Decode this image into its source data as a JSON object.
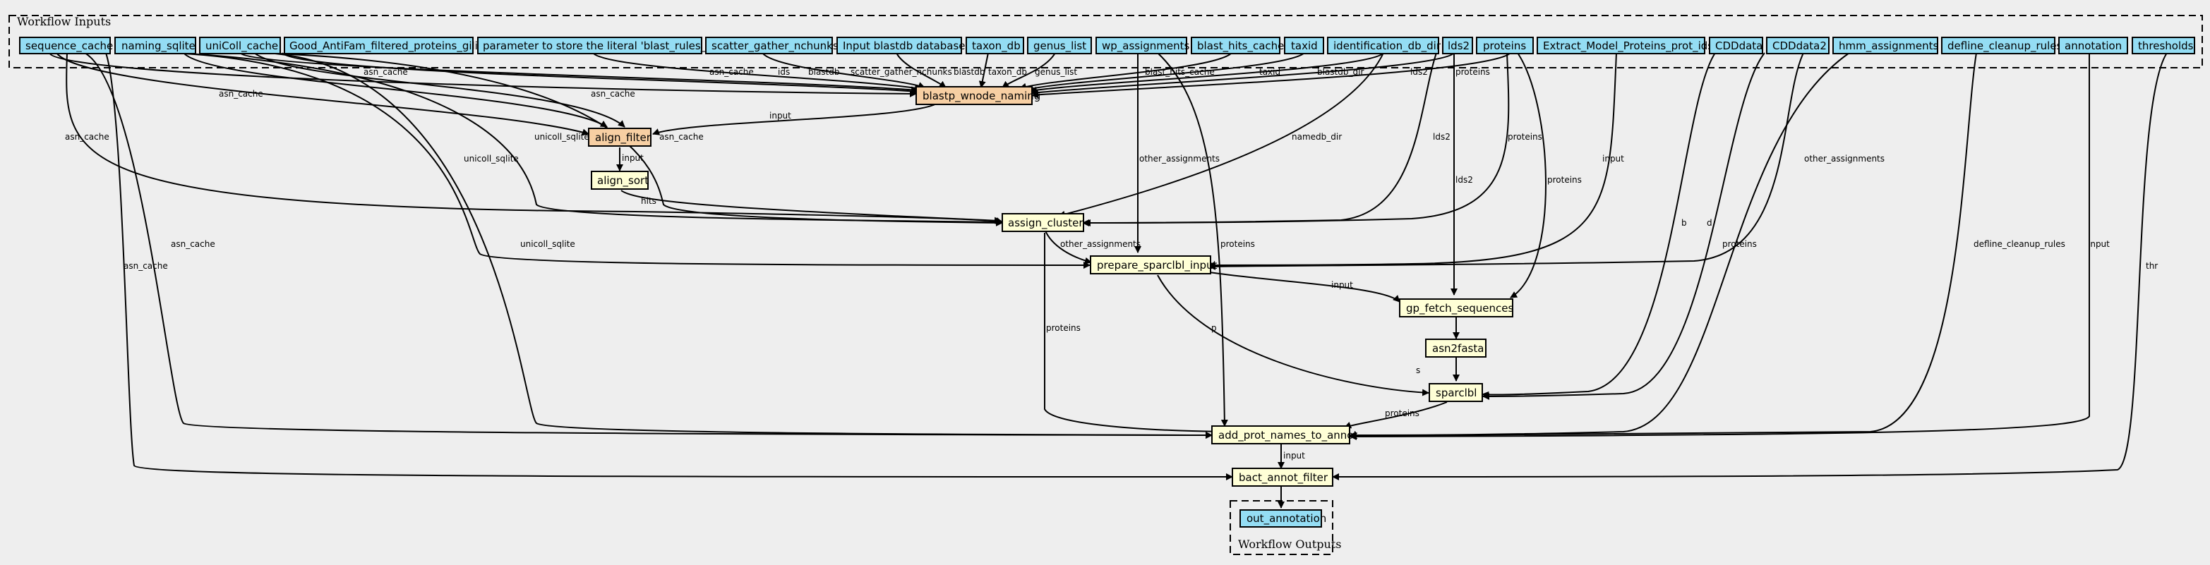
{
  "clusters": {
    "inputs": "Workflow Inputs",
    "outputs": "Workflow Outputs"
  },
  "inputs": [
    "sequence_cache",
    "naming_sqlite",
    "uniColl_cache",
    "Good_AntiFam_filtered_proteins_gilist",
    "parameter to store the literal 'blast_rules_db'",
    "scatter_gather_nchunks",
    "Input blastdb databases",
    "taxon_db",
    "genus_list",
    "wp_assignments",
    "blast_hits_cache",
    "taxid",
    "identification_db_dir",
    "lds2",
    "proteins",
    "Extract_Model_Proteins_prot_ids",
    "CDDdata",
    "CDDdata2",
    "hmm_assignments",
    "defline_cleanup_rules",
    "annotation",
    "thresholds"
  ],
  "steps": {
    "blastp": "blastp_wnode_naming",
    "align_filter": "align_filter",
    "align_sort": "align_sort",
    "assign_cluster": "assign_cluster",
    "prepare": "prepare_sparclbl_input",
    "gp_fetch": "gp_fetch_sequences",
    "asn2fasta": "asn2fasta",
    "sparclbl": "sparclbl",
    "add_prot": "add_prot_names_to_annot",
    "bact_filter": "bact_annot_filter"
  },
  "outputs": [
    "out_annotation"
  ],
  "edge_labels": {
    "asn_cache": "asn_cache",
    "ids": "ids",
    "blastdb": "blastdb",
    "scatter_gather_nchunks": "scatter_gather_nchunks",
    "taxon_db": "taxon_db",
    "genus_list": "genus_list",
    "blast_hits_cache": "blast_hits_cache",
    "taxid": "taxid",
    "blastdb_dir": "blastdb_dir",
    "lds2": "lds2",
    "proteins": "proteins",
    "input": "input",
    "unicoll_sqlite": "unicoll_sqlite",
    "hits": "hits",
    "other_assignments": "other_assignments",
    "namedb_dir": "namedb_dir",
    "p": "p",
    "s": "s",
    "b": "b",
    "d": "d",
    "defline_cleanup_rules": "defline_cleanup_rules",
    "thr": "thr"
  }
}
